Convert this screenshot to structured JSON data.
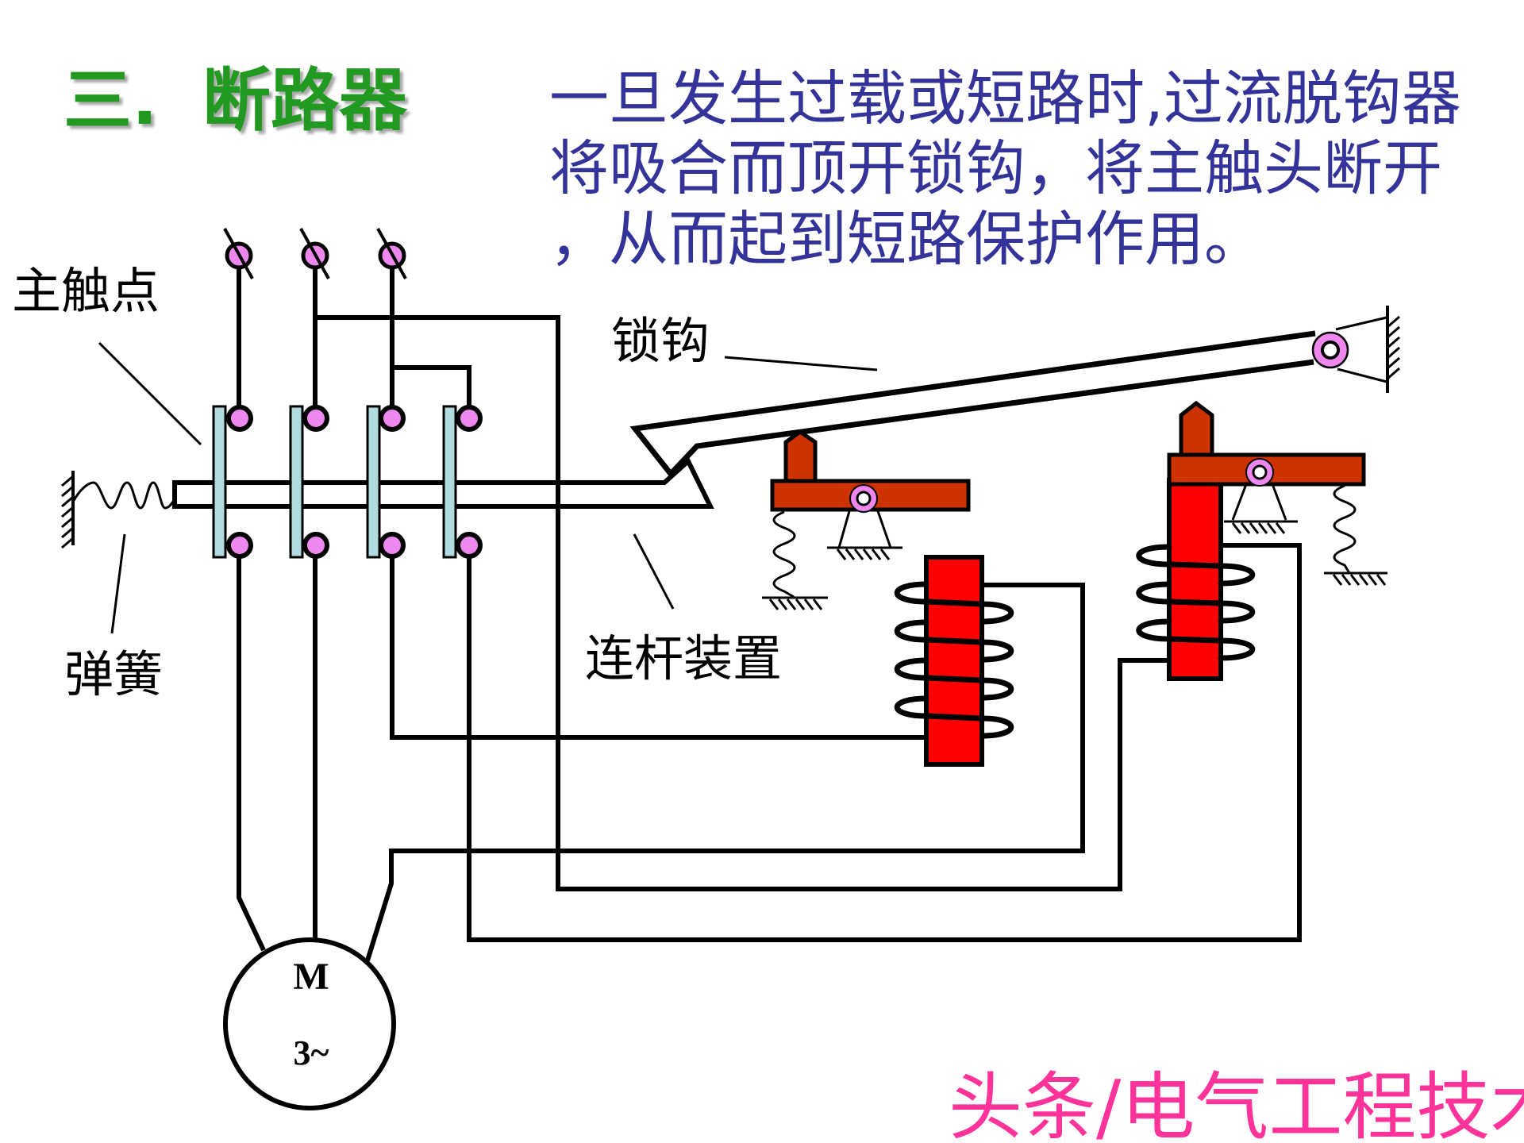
{
  "slide": {
    "title": {
      "number": "三.",
      "text": "断路器"
    },
    "description": {
      "lines": [
        "一旦发生过载或短路时,过流脱钩器",
        "将吸合而顶开锁钩，将主触头断开",
        "，从而起到短路保护作用。"
      ]
    },
    "labels": {
      "main_contacts": "主触点",
      "latch": "锁钩",
      "spring": "弹簧",
      "linkage": "连杆装置"
    },
    "motor": {
      "symbol": "M",
      "phase": "3~"
    },
    "watermark": "头条/电气工程技术"
  },
  "colors": {
    "title_green": "#229a22",
    "description_blue": "#333399",
    "watermark_pink": "#ff3399",
    "contact_point_pink": "#ee88ee",
    "contact_bar_blue": "#b0dce0",
    "lever_brown": "#cc3300",
    "coil_core_red": "#ff0000",
    "line_black": "#000000"
  }
}
